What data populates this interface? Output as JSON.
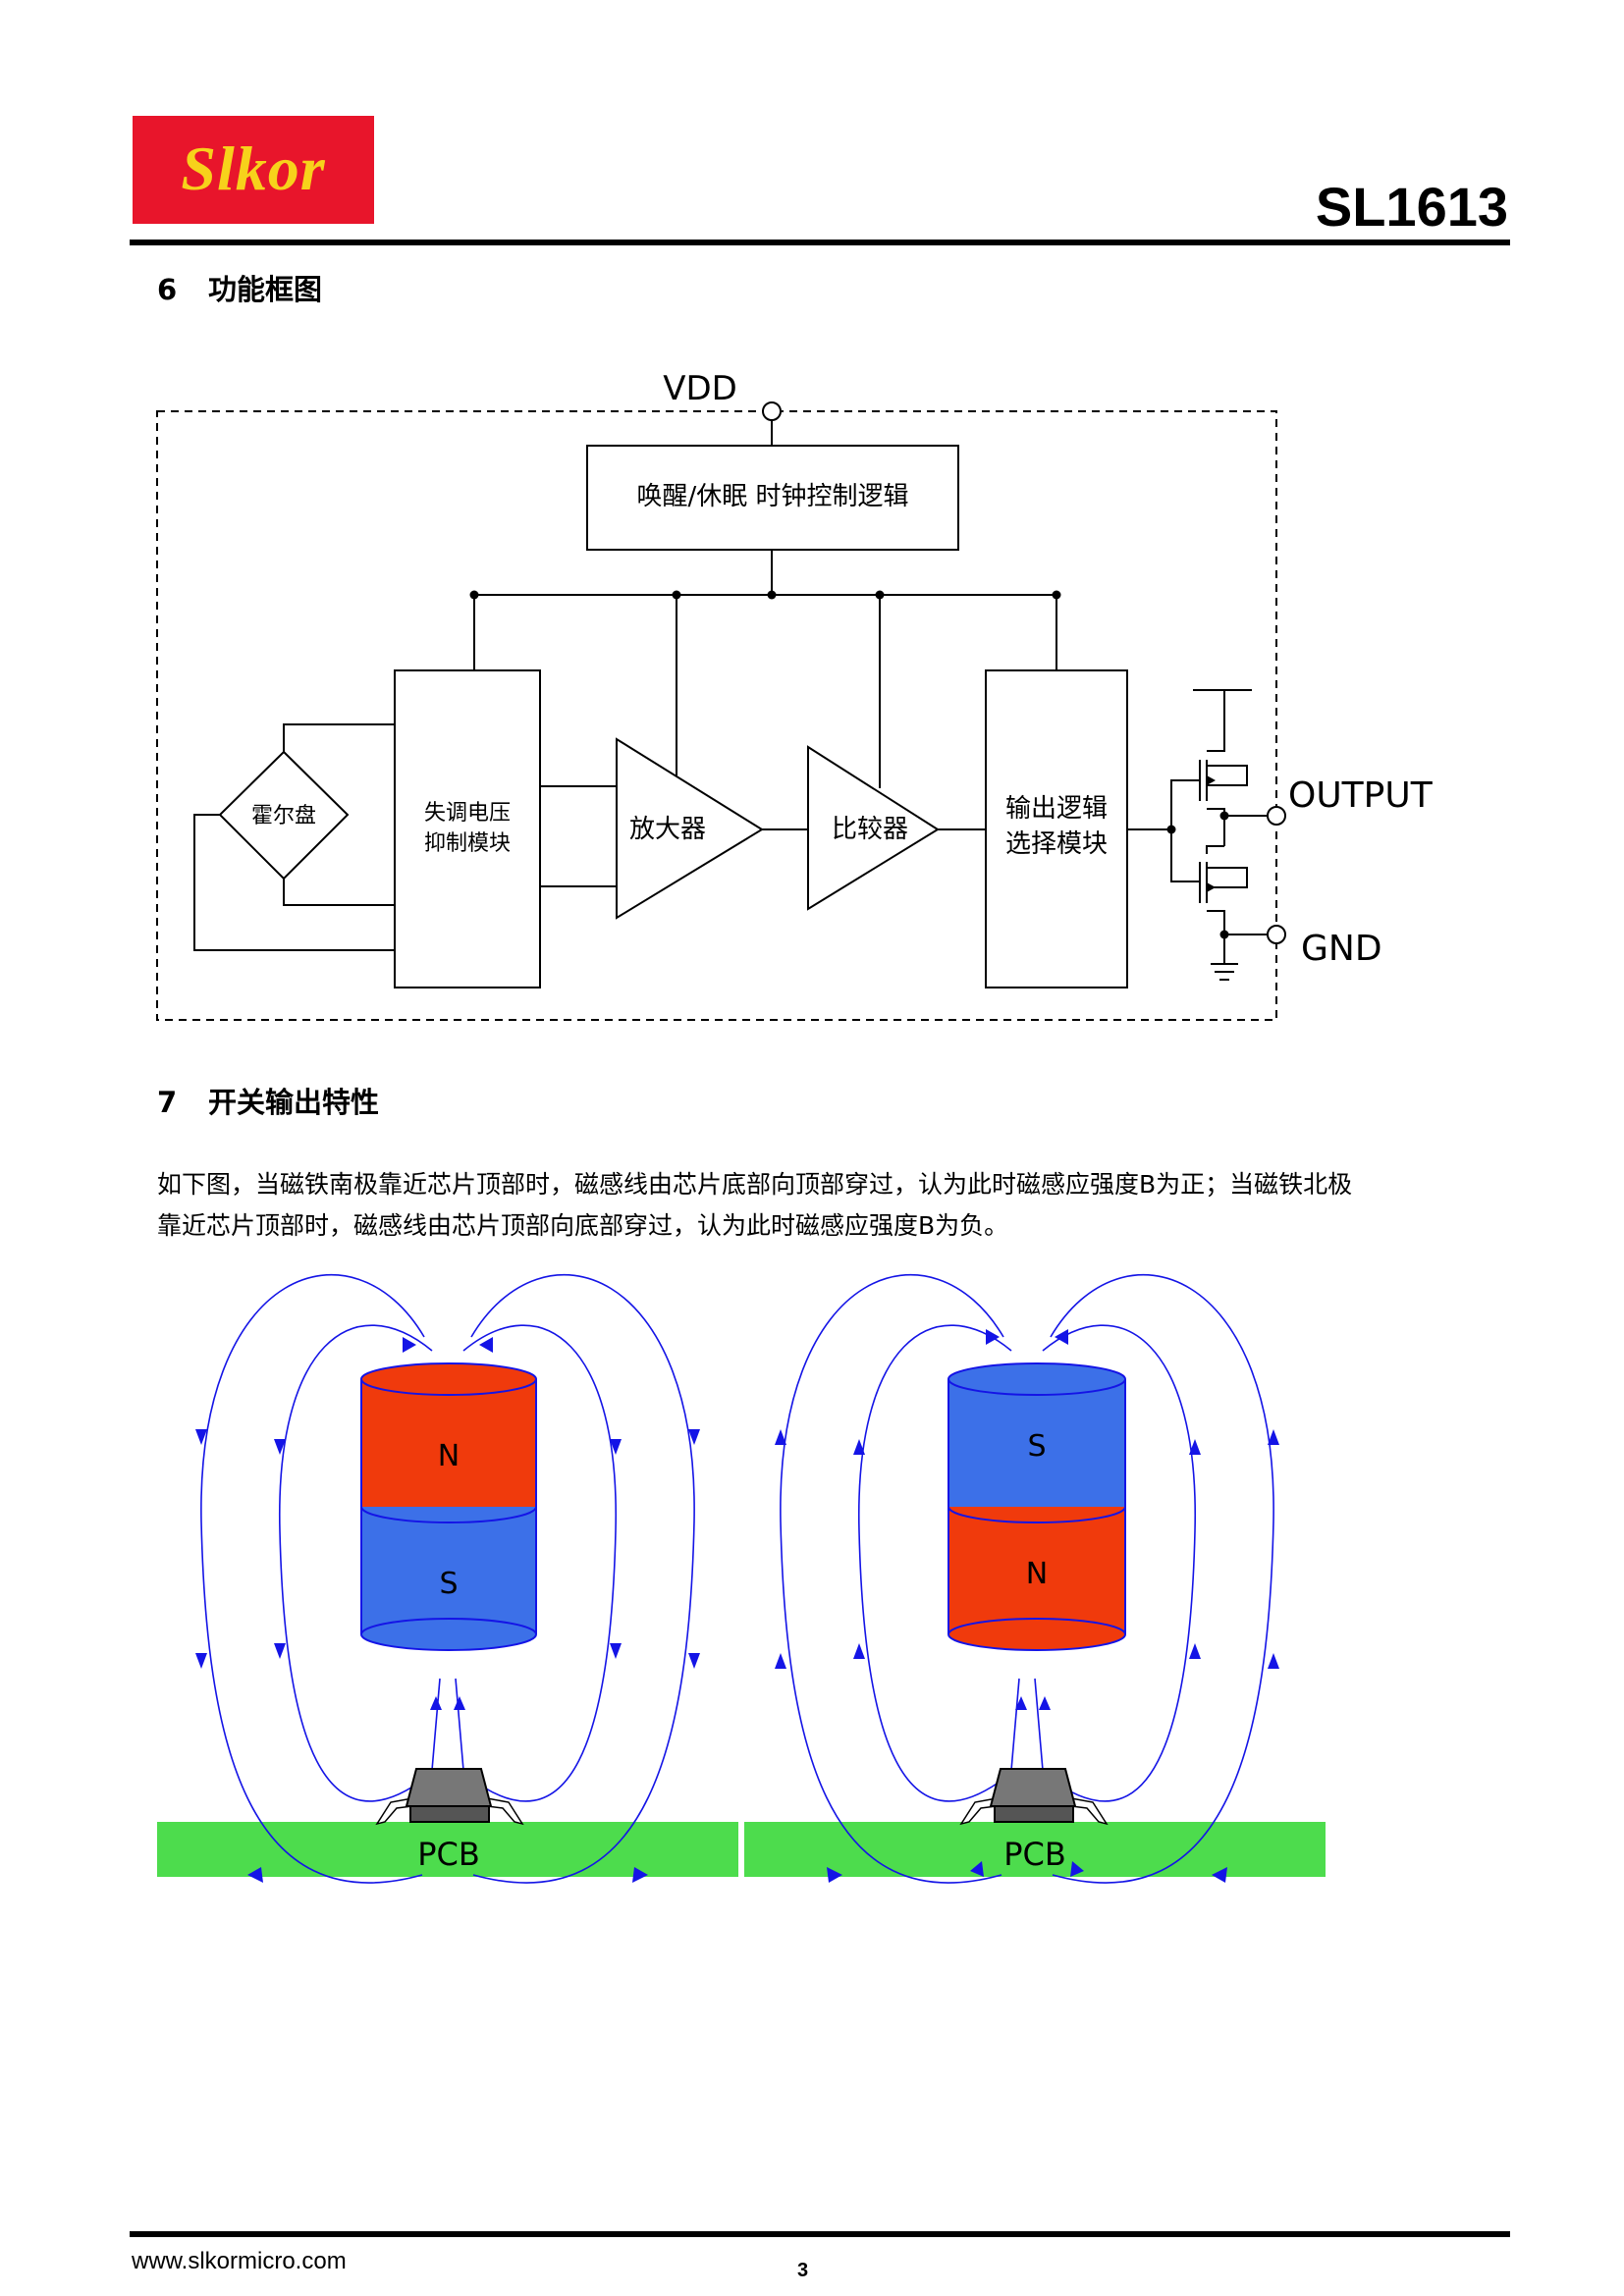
{
  "header": {
    "logo_text": "Slkor",
    "part_number": "SL1613"
  },
  "section6": {
    "number": "6",
    "title": "功能框图",
    "diagram": {
      "vdd": "VDD",
      "clock_block": "唤醒/休眠 时钟控制逻辑",
      "hall_plate": "霍尔盘",
      "offset_block_line1": "失调电压",
      "offset_block_line2": "抑制模块",
      "amplifier": "放大器",
      "comparator": "比较器",
      "output_logic_line1": "输出逻辑",
      "output_logic_line2": "选择模块",
      "output_pin": "OUTPUT",
      "gnd_pin": "GND"
    }
  },
  "section7": {
    "number": "7",
    "title": "开关输出特性",
    "paragraph_line1": "如下图，当磁铁南极靠近芯片顶部时，磁感线由芯片底部向顶部穿过，认为此时磁感应强度B为正；当磁铁北极",
    "paragraph_line2": "靠近芯片顶部时，磁感线由芯片顶部向底部穿过，认为此时磁感应强度B为负。",
    "figure_left": {
      "top_pole": "N",
      "bottom_pole": "S",
      "board": "PCB"
    },
    "figure_right": {
      "top_pole": "S",
      "bottom_pole": "N",
      "board": "PCB"
    },
    "colors": {
      "north": "#f03a0c",
      "south": "#3c70e8",
      "pcb": "#4ddc4d",
      "field_lines": "#1414e6"
    }
  },
  "footer": {
    "url": "www.slkormicro.com",
    "page": "3"
  }
}
